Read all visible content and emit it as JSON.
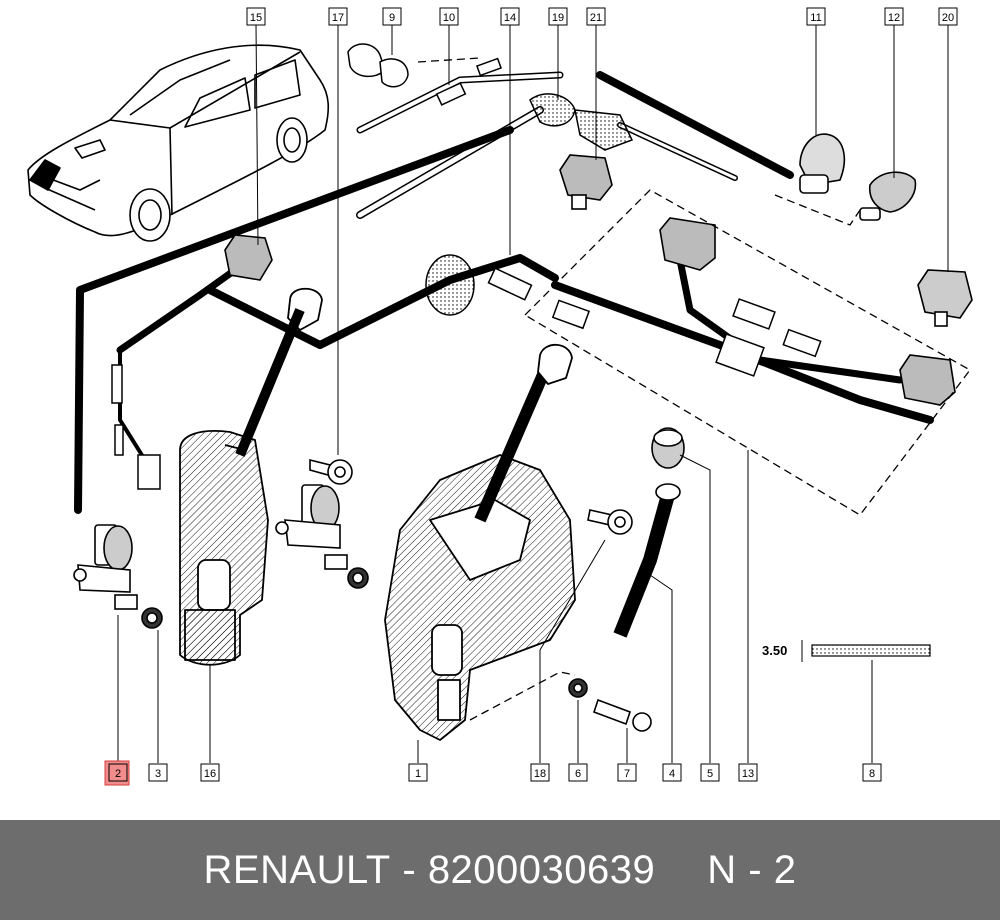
{
  "colors": {
    "highlight_fill": "#f28c8c",
    "highlight_border": "#d43c3c",
    "footer_background": "#6d6d6d",
    "footer_text": "#ffffff"
  },
  "dimension_label": "3.50",
  "callouts_top": [
    "15",
    "17",
    "9",
    "10",
    "14",
    "19",
    "21",
    "11",
    "12",
    "20"
  ],
  "callouts_bottom": [
    "2",
    "3",
    "16",
    "1",
    "18",
    "6",
    "7",
    "4",
    "5",
    "13",
    "8"
  ],
  "highlighted_callout": "2",
  "footer": {
    "brand": "RENAULT",
    "separator": "-",
    "part_number": "8200030639",
    "position_letter": "N",
    "position_separator": "-",
    "position_number": "2"
  }
}
